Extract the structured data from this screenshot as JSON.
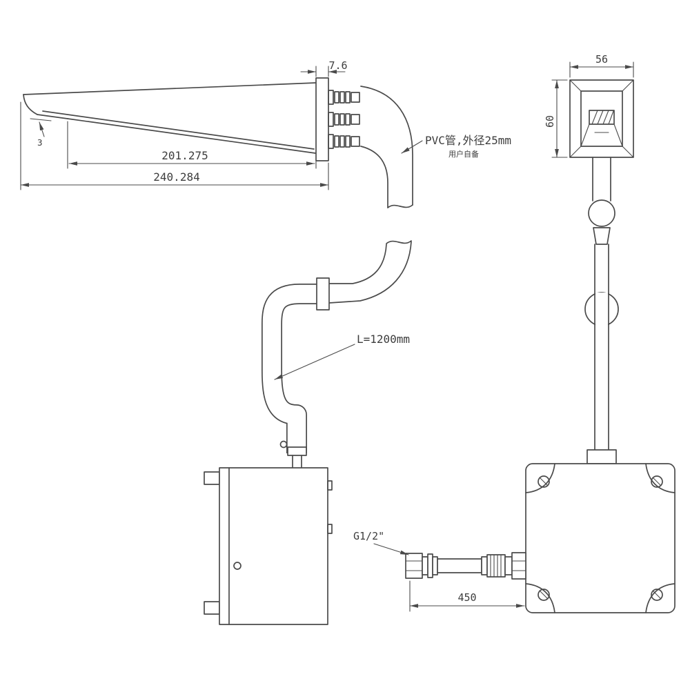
{
  "drawing": {
    "background": "#ffffff",
    "line_color": "#4a4a4a",
    "text_color": "#3d3d3d",
    "dims": {
      "plate_thickness": "7.6",
      "spout_inner_reach": "201.275",
      "spout_overall_reach": "240.284",
      "spout_lip_height": "3",
      "sensor_box_width": "56",
      "sensor_box_height": "60",
      "inlet_hose_length": "450"
    },
    "labels": {
      "pvc_pipe": "PVC管,外径25mm",
      "pvc_pipe_note": "用户自备",
      "drain_hose_length": "L=1200mm",
      "inlet_thread": "G1/2\""
    }
  }
}
